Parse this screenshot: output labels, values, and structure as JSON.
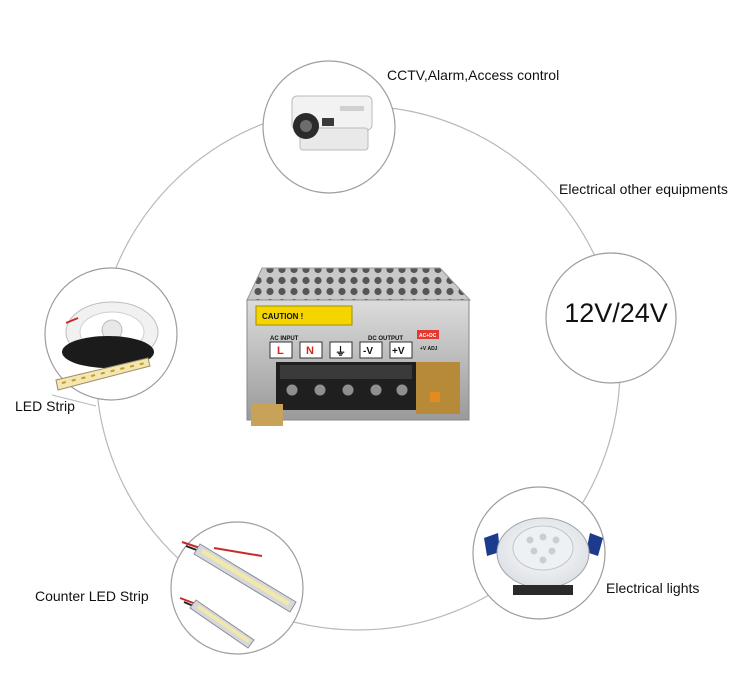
{
  "hub": {
    "name": "switching-power-supply",
    "caution_text": "CAUTION !",
    "ac_input_label": "AC INPUT",
    "dc_output_label": "DC OUTPUT",
    "acdc_badge": "AC+DC",
    "terminals": [
      "L",
      "N",
      "⏚",
      "-V",
      "+V"
    ],
    "adj_label": "+V ADJ"
  },
  "applications": {
    "cctv": "CCTV,Alarm,Access control",
    "electrical_equipment": "Electrical other equipments",
    "voltage": "12V/24V",
    "electrical_lights": "Electrical lights",
    "counter_led_strip": "Counter LED Strip",
    "led_strip": "LED Strip"
  }
}
